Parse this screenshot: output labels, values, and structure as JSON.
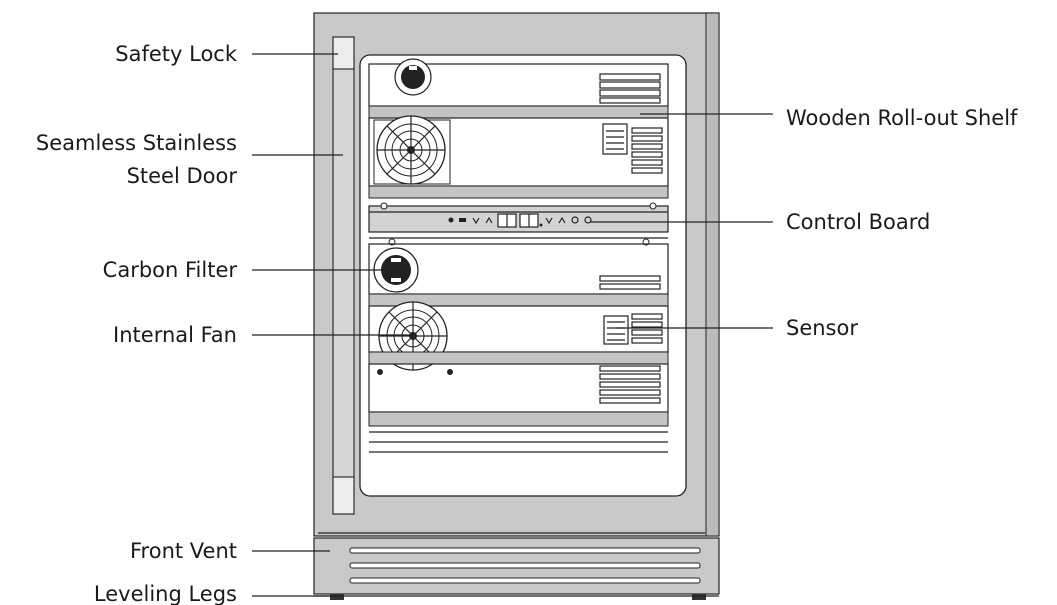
{
  "labels": {
    "safety_lock": "Safety Lock",
    "seamless_door_line1": "Seamless Stainless",
    "seamless_door_line2": "Steel Door",
    "carbon_filter": "Carbon Filter",
    "internal_fan": "Internal Fan",
    "front_vent": "Front Vent",
    "leveling_legs": "Leveling Legs",
    "wooden_shelf": "Wooden Roll-out Shelf",
    "control_board": "Control Board",
    "sensor": "Sensor"
  },
  "colors": {
    "steel": "#c8c8c8",
    "steel_dark": "#b4b4b4",
    "outline": "#222222",
    "interior": "#ffffff"
  }
}
